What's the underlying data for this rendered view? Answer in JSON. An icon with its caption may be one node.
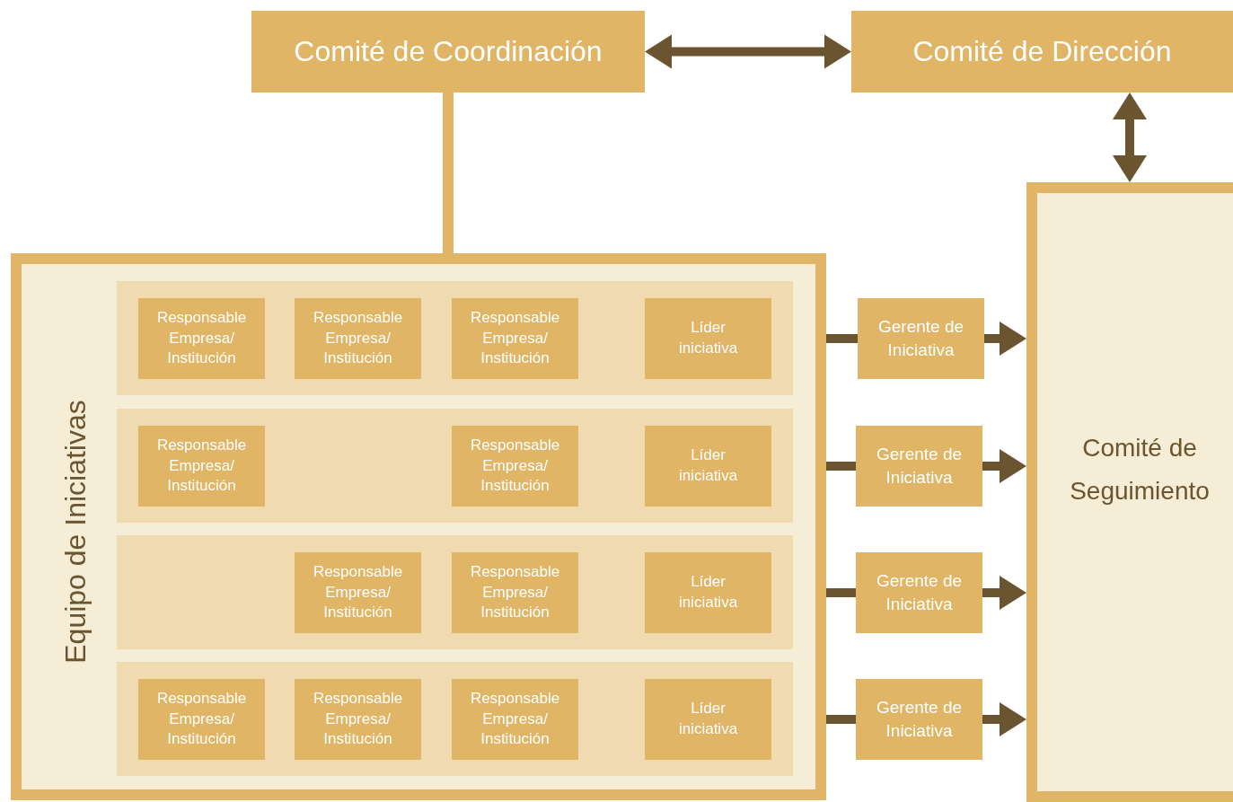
{
  "diagram": {
    "nodes": [
      {
        "text": [
          "Comité de Coordinación"
        ]
      },
      {
        "text": [
          "Comité de Dirección"
        ]
      },
      {
        "text": [
          "Equipo de Iniciativas"
        ]
      },
      {
        "text": [],
        "shape": "band",
        "in": 2
      },
      {
        "text": [
          "Responsable Empresa/ Institución"
        ],
        "in": 3
      },
      {
        "text": [
          "Responsable Empresa/ Institución"
        ],
        "in": 3
      },
      {
        "text": [
          "Responsable Empresa/ Institución"
        ],
        "in": 3
      },
      {
        "text": [
          "Líder iniciativa"
        ],
        "in": 3
      },
      {
        "text": [],
        "shape": "band",
        "in": 2
      },
      {
        "text": [
          "Responsable Empresa/ Institución"
        ],
        "in": 8
      },
      {
        "text": [
          "Responsable Empresa/ Institución"
        ],
        "in": 8
      },
      {
        "text": [
          "Líder iniciativa"
        ],
        "in": 8
      },
      {
        "text": [],
        "shape": "band",
        "in": 2
      },
      {
        "text": [
          "Responsable Empresa/ Institución"
        ],
        "in": 12
      },
      {
        "text": [
          "Responsable Empresa/ Institución"
        ],
        "in": 12
      },
      {
        "text": [
          "Líder iniciativa"
        ],
        "in": 12
      },
      {
        "text": [],
        "shape": "band",
        "in": 2
      },
      {
        "text": [
          "Responsable Empresa/ Institución"
        ],
        "in": 16
      },
      {
        "text": [
          "Responsable Empresa/ Institución"
        ],
        "in": 16
      },
      {
        "text": [
          "Responsable Empresa/ Institución"
        ],
        "in": 16
      },
      {
        "text": [
          "Líder iniciativa"
        ],
        "in": 16
      },
      {
        "text": [
          "Gerente de Iniciativa"
        ]
      },
      {
        "text": [
          "Gerente de Iniciativa"
        ]
      },
      {
        "text": [
          "Gerente de Iniciativa"
        ]
      },
      {
        "text": [
          "Gerente de Iniciativa"
        ]
      },
      {
        "text": [
          "Comité de Seguimiento"
        ]
      }
    ],
    "edges": [
      {
        "from": 0,
        "to": 1,
        "arrow": "both"
      },
      {
        "from": 0,
        "to": 2,
        "arrow": "none",
        "color": "#e0b565"
      },
      {
        "from": 1,
        "to": 25,
        "arrow": "both"
      },
      {
        "from": 2,
        "to": 21,
        "arrow": "none"
      },
      {
        "from": 21,
        "to": 25,
        "arrow": "to"
      },
      {
        "from": 2,
        "to": 22,
        "arrow": "none"
      },
      {
        "from": 22,
        "to": 25,
        "arrow": "to"
      },
      {
        "from": 2,
        "to": 23,
        "arrow": "none"
      },
      {
        "from": 23,
        "to": 25,
        "arrow": "to"
      },
      {
        "from": 2,
        "to": 24,
        "arrow": "none"
      },
      {
        "from": 24,
        "to": 25,
        "arrow": "to"
      }
    ]
  }
}
